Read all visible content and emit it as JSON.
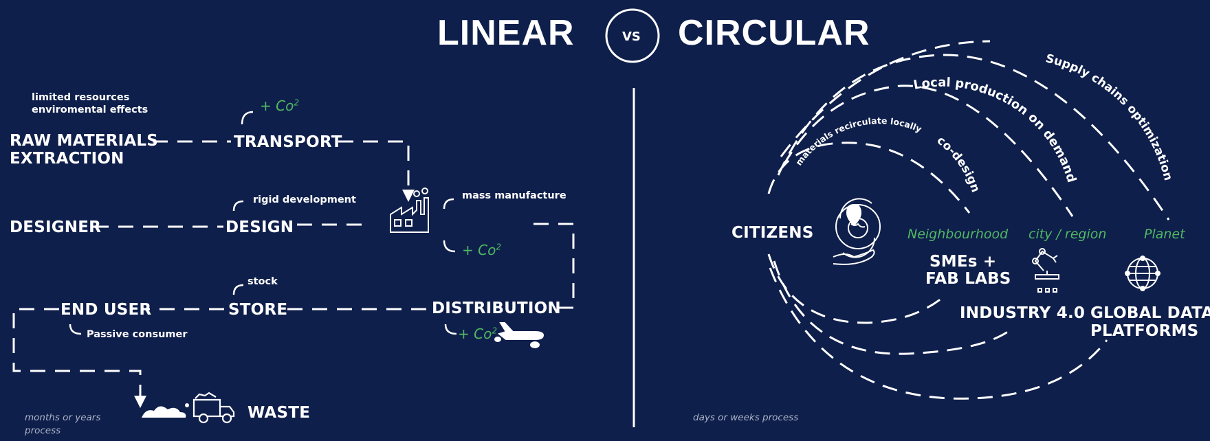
{
  "title": {
    "left": "LINEAR",
    "vs": "VS",
    "right": "CIRCULAR"
  },
  "linear": {
    "limited_1": "limited resources",
    "limited_2": "enviromental effects",
    "co2": "+ Co",
    "co2_sup": "2",
    "raw_1": "RAW MATERIALS",
    "raw_2": "EXTRACTION",
    "transport": "TRANSPORT",
    "rigid": "rigid development",
    "designer": "DESIGNER",
    "design": "DESIGN",
    "mass": "mass manufacture",
    "stock": "stock",
    "end_user": "END USER",
    "store": "STORE",
    "distribution": "DISTRIBUTION",
    "passive": "Passive consumer",
    "waste": "WASTE",
    "process_1": "months or years",
    "process_2": "process"
  },
  "circular": {
    "citizens": "CITIZENS",
    "arc_small_1": "materials recirculate locally",
    "arc_small_2": "co-design",
    "arc_mid": "Local production on demand",
    "arc_big": "Supply chains optimization",
    "neighbourhood": "Neighbourhood",
    "city": "city / region",
    "planet": "Planet",
    "smes_1": "SMEs +",
    "smes_2": "FAB LABS",
    "industry": "INDUSTRY 4.0",
    "global_1": "GLOBAL DATA",
    "global_2": "PLATFORMS",
    "process": "days or weeks process"
  }
}
